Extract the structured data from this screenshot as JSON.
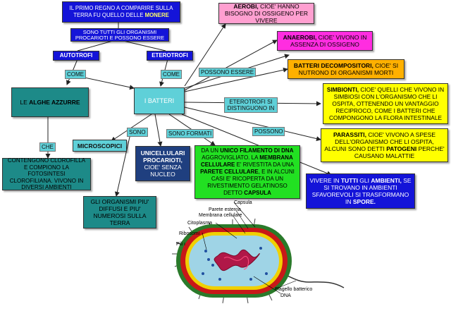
{
  "nodes": {
    "monere": {
      "pre": "IL PRIMO REGNO A COMPARIRE SULLA TERRA FU QUELLO DELLE ",
      "bold": "MONERE"
    },
    "organismi": {
      "text": "SONO TUTTI GLI ORGANISMI PROCARIOTI E POSSONO ESSERE"
    },
    "autotrofi": {
      "text": "AUTOTROFI"
    },
    "eterotrofi": {
      "text": "ETEROTROFI"
    },
    "alghe": {
      "pre": "LE ",
      "bold": "ALGHE AZZURRE"
    },
    "batteri": {
      "text": "I BATTERI"
    },
    "clorofilla": {
      "text": "CONTENGONO CLOROFILLA E COMPIONO LA FOTOSINTESI CLOROFILIANA. VIVONO IN DIVERSI AMBIENTI"
    },
    "microscopici": {
      "text": "MICROSCOPICI"
    },
    "unicellulari": {
      "bold": "UNICELLULARI PROCARIOTI,",
      "post": " CIOE' SENZA NUCLEO"
    },
    "diffusi": {
      "text": "GLI ORGANISMI PIU' DIFFUSI E PIU' NUMEROSI SULLA TERRA"
    },
    "filamento": {
      "t1": "DA UN ",
      "b1": "UNICO FILAMENTO DI DNA",
      "t2": " AGGROVIGLIATO. LA ",
      "b2": "MEMBRANA CELLULARE",
      "t3": " E' RIVESTITA DA UNA ",
      "b3": "PARETE CELLULARE",
      "t4": ", E IN ALCUNI CASI E' RICOPERTA DA UN RIVESTIMENTO GELATINOSO DETTO ",
      "b4": "CAPSULA"
    },
    "aerobi": {
      "bold": "AEROBI,",
      "post": " CIOE' HANNO BISOGNO DI OSSIGENO PER VIVERE"
    },
    "anaerobi": {
      "bold": "ANAEROBI,",
      "post": " CIOE' VIVONO IN ASSENZA DI OSSIGENO"
    },
    "decompositori": {
      "bold": "BATTERI DECOMPOSITORI,",
      "post": " CIOE' SI NUTRONO DI ORGANISMI MORTI"
    },
    "simbionti": {
      "bold": "SIMBIONTI,",
      "post": " CIOE' QUELLI CHE VIVONO IN SIMBIOSI CON L'ORGANISMO CHE LI OSPITA, OTTENENDO UN VANTAGGIO RECIPROCO, COME I BATTERI CHE COMPONGONO LA FLORA INTESTINALE"
    },
    "parassiti": {
      "b1": "PARASSITI,",
      "t1": " CIOE' VIVONO A SPESE DELL'ORGANISMO CHE LI OSPITA, ALCUNI SONO DETTI ",
      "b2": "PATOGENI",
      "t2": " PERCHE' CAUSANO MALATTIE"
    },
    "ambienti": {
      "t1": "VIVERE IN ",
      "b1": "TUTTI",
      "t2": " GLI ",
      "b2": "AMBIENTI,",
      "t3": " SE SI TROVANO IN AMBIENTI SFAVOREVOLI SI TRASFORMANO IN ",
      "b3": "SPORE."
    }
  },
  "links": {
    "come1": "COME",
    "come2": "COME",
    "che": "CHE",
    "possono_essere": "POSSONO ESSERE",
    "eterotrofi_distinguono": "ETEROTROFI SI DISTINGUONO IN",
    "sono": "SONO",
    "sono_formati": "SONO FORMATI",
    "possono": "POSSONO"
  },
  "bacterium_labels": {
    "capsula": "Capsula",
    "parete": "Parete esterna",
    "membrana": "Membrana cellulare",
    "citoplasma": "Citoplasma",
    "ribosomi": "Ribosomi",
    "pili": "Pili",
    "flagello": "Flagello batterico",
    "dna": "DNA"
  },
  "colors": {
    "blue": "#1414d8",
    "cyan": "#5fd0d8",
    "teal": "#1d8a88",
    "pink": "#ff9fd0",
    "magenta": "#ff2de0",
    "orange": "#ffb000",
    "yellow": "#ffff00",
    "green": "#22e022",
    "navy": "#1f3f7f"
  }
}
